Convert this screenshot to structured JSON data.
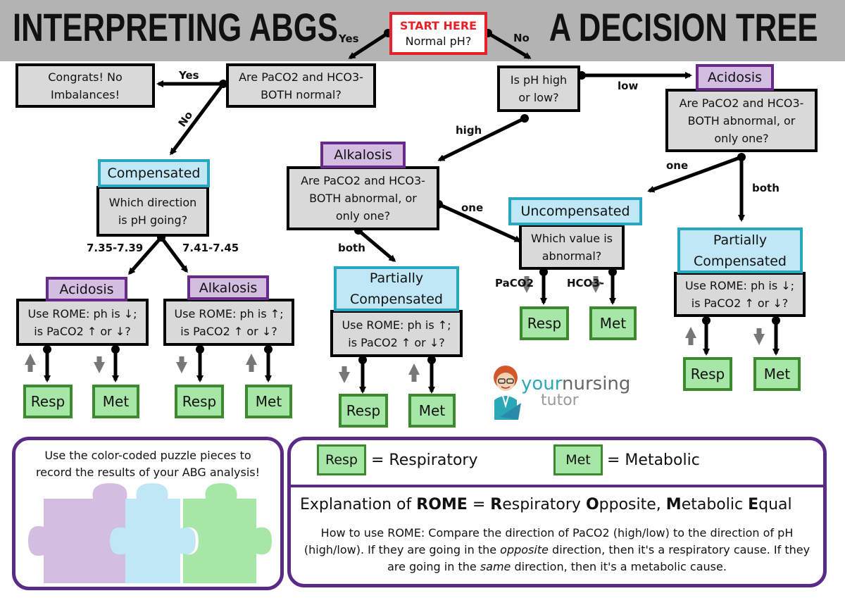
{
  "header": {
    "title_left": "INTERPRETING ABGS",
    "title_right": "A DECISION TREE"
  },
  "start": {
    "label": "START HERE",
    "question": "Normal pH?"
  },
  "nodes": {
    "both_normal": "Are PaCO2 and HCO3-\nBOTH normal?",
    "congrats": "Congrats! No\nImbalances!",
    "ph_high_low": "Is pH high\nor low?",
    "acid_question": "Are PaCO2 and HCO3-\nBOTH abnormal, or\nonly one?",
    "alk_question": "Are PaCO2 and HCO3-\nBOTH abnormal, or\nonly one?",
    "direction": "Which direction\nis pH going?",
    "which_value": "Which value is\nabnormal?",
    "rome_down_1": "Use ROME: ph is ↓;\nis PaCO2 ↑ or ↓?",
    "rome_up_1": "Use ROME: ph is ↑;\nis PaCO2 ↑ or ↓?",
    "rome_up_2": "Use ROME: ph is ↑;\nis PaCO2 ↑ or ↓?",
    "rome_down_2": "Use ROME: ph is ↓;\nis PaCO2 ↑ or ↓?"
  },
  "tags": {
    "acidosis_right": "Acidosis",
    "alkalosis_mid": "Alkalosis",
    "compensated": "Compensated",
    "uncompensated": "Uncompensated",
    "partially_mid": "Partially\nCompensated",
    "partially_right": "Partially\nCompensated",
    "acidosis_left": "Acidosis",
    "alkalosis_left": "Alkalosis"
  },
  "labels": {
    "yes_top": "Yes",
    "no_top": "No",
    "yes_mid": "Yes",
    "no_mid": "No",
    "low": "low",
    "high": "high",
    "one_right": "one",
    "both_right": "both",
    "one_mid": "one",
    "both_mid": "both",
    "range_low": "7.35-7.39",
    "range_high": "7.41-7.45",
    "paco2": "PaCO2",
    "hco3": "HCO3-"
  },
  "outcomes": {
    "resp": "Resp",
    "met": "Met"
  },
  "logo": {
    "line1_a": "your",
    "line1_b": "nursing",
    "line2": "tutor"
  },
  "legend_panel": {
    "text": "Use the color-coded puzzle pieces to\nrecord the results of your ABG analysis!"
  },
  "key": {
    "resp": "Resp",
    "resp_def": "= Respiratory",
    "met": "Met",
    "met_def": "= Metabolic"
  },
  "rome": {
    "title_pre": "Explanation of ",
    "title_acr": "ROME",
    "title_eq": " = ",
    "r": "R",
    "r_rest": "espiratory ",
    "o": "O",
    "o_rest": "pposite, ",
    "m": "M",
    "m_rest": "etabolic ",
    "e": "E",
    "e_rest": "qual",
    "body_1": "How to use ROME: Compare the direction of PaCO2 (high/low) to the direction of pH (high/low). If they are going in the ",
    "body_opposite": "opposite",
    "body_2": " direction, then it's a respiratory cause. If they are going in the ",
    "body_same": "same",
    "body_3": " direction, then it's a metabolic cause."
  },
  "colors": {
    "purple": "#6a2a8c",
    "teal": "#29a7bf",
    "green": "#3b8a2e",
    "red": "#e8202a"
  }
}
